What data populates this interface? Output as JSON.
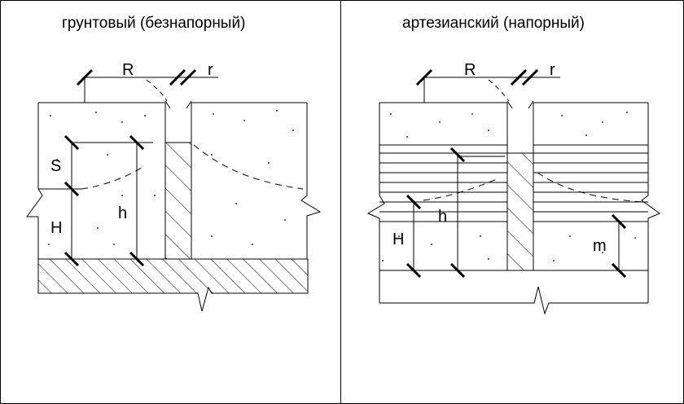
{
  "panels": {
    "left": {
      "title": "грунтовый (безнапорный)",
      "labels": {
        "R": "R",
        "r": "r",
        "S": "S",
        "H": "H",
        "h": "h"
      }
    },
    "right": {
      "title": "артезианский (напорный)",
      "labels": {
        "R": "R",
        "r": "r",
        "H": "H",
        "h": "h",
        "m": "m"
      }
    }
  },
  "colors": {
    "line": "#000000",
    "background": "#ffffff"
  }
}
